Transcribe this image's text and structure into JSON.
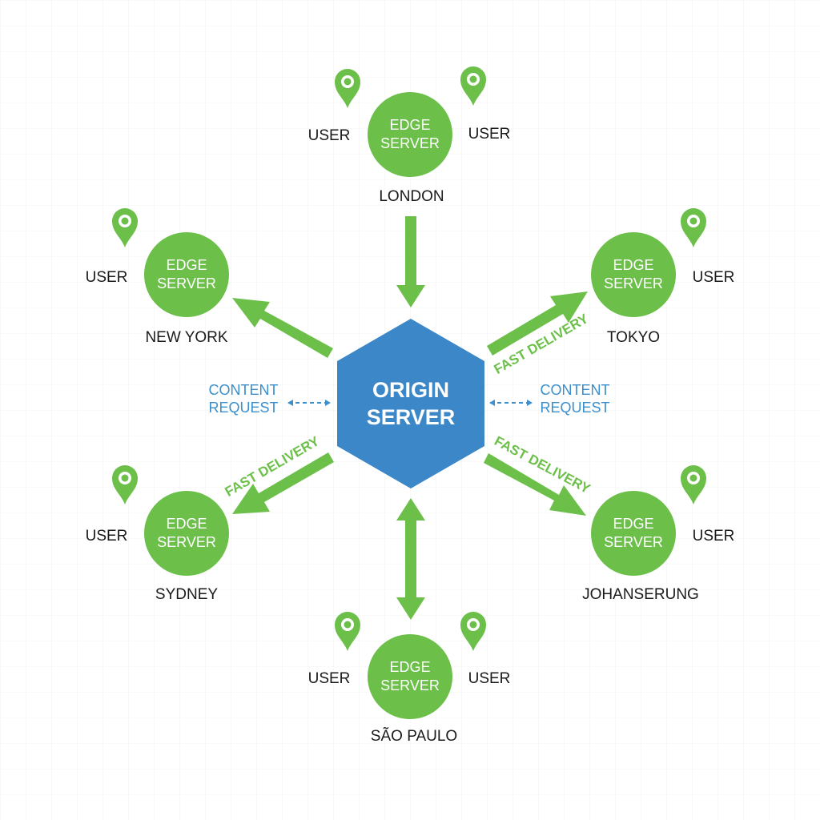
{
  "colors": {
    "edge_fill": "#6cc04a",
    "arrow": "#6cc04a",
    "pin": "#6cc04a",
    "origin_fill": "#3c87c8",
    "request_color": "#3a8fcc"
  },
  "origin": {
    "line1": "ORIGIN",
    "line2": "SERVER"
  },
  "edge_label": {
    "line1": "EDGE",
    "line2": "SERVER"
  },
  "user_label": "USER",
  "content_request": {
    "line1": "CONTENT",
    "line2": "REQUEST"
  },
  "fast_delivery": "FAST DELIVERY",
  "nodes": {
    "london": {
      "city": "LONDON"
    },
    "new_york": {
      "city": "NEW YORK"
    },
    "tokyo": {
      "city": "TOKYO"
    },
    "sydney": {
      "city": "SYDNEY"
    },
    "johannesburg": {
      "city": "JOHANSERUNG"
    },
    "sao_paulo": {
      "city": "SÃO PAULO"
    }
  }
}
